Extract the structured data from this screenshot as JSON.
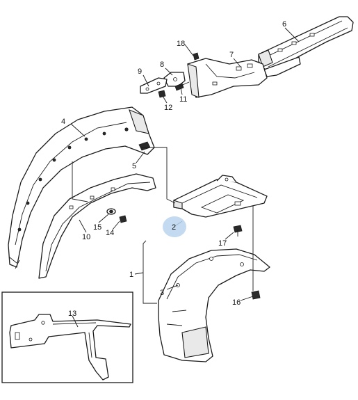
{
  "callouts": {
    "c1": "1",
    "c2": "2",
    "c3": "3",
    "c4": "4",
    "c5": "5",
    "c6": "6",
    "c7": "7",
    "c8": "8",
    "c9": "9",
    "c10": "10",
    "c11": "11",
    "c12": "12",
    "c13": "13",
    "c14": "14",
    "c15": "15",
    "c16": "16",
    "c17": "17",
    "c18": "18"
  },
  "colors": {
    "line": "#1a1a1a",
    "highlight": "#b9d3ee",
    "shade": "#e9e9e9"
  }
}
